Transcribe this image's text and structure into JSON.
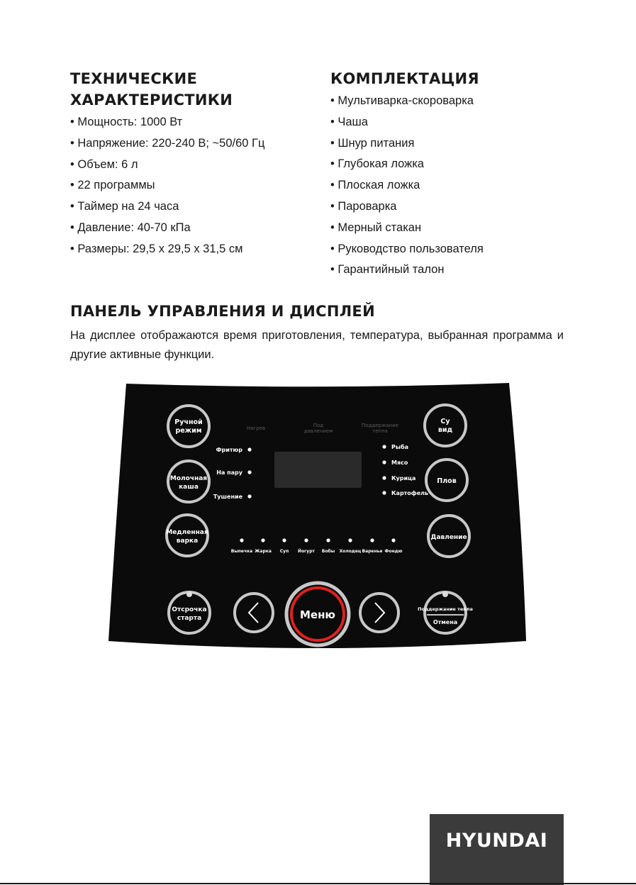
{
  "specs": {
    "title_line1": "ТЕХНИЧЕСКИЕ",
    "title_line2": "ХАРАКТЕРИСТИКИ",
    "items": [
      "Мощность: 1000 Вт",
      "Напряжение: 220-240 В; ~50/60 Гц",
      "Объем: 6 л",
      "22 программы",
      "Таймер на 24 часа",
      "Давление: 40-70 кПа",
      "Размеры: 29,5 х 29,5 х 31,5 см"
    ]
  },
  "package": {
    "title": "КОМПЛЕКТАЦИЯ",
    "items": [
      "Мультиварка-скороварка",
      "Чаша",
      "Шнур питания",
      "Глубокая ложка",
      "Плоская ложка",
      "Пароварка",
      "Мерный стакан",
      "Руководство пользователя",
      "Гарантийный талон"
    ]
  },
  "panel_section": {
    "title": "ПАНЕЛЬ УПРАВЛЕНИЯ И ДИСПЛЕЙ",
    "description": "На дисплее отображаются время приготовления, температура, выбранная программа и другие активные функции."
  },
  "control_panel": {
    "buttons": {
      "manual_l1": "Ручной",
      "manual_l2": "режим",
      "milk_l1": "Молочная",
      "milk_l2": "каша",
      "slow_l1": "Медленная",
      "slow_l2": "варка",
      "delay_l1": "Отсрочка",
      "delay_l2": "старта",
      "sousvide_l1": "Су",
      "sousvide_l2": "вид",
      "pilaf": "Плов",
      "pressure": "Давление",
      "menu": "Меню",
      "keepwarm": "Поддержание тепла",
      "cancel": "Отмена"
    },
    "indicators": {
      "heating": "Нагрев",
      "pressure_l1": "Под",
      "pressure_l2": "давлением",
      "keepwarm_l1": "Поддержание",
      "keepwarm_l2": "тепла"
    },
    "left_programs": [
      "Фритюр",
      "На пару",
      "Тушение"
    ],
    "right_programs": [
      "Рыба",
      "Мясо",
      "Курица",
      "Картофель"
    ],
    "bottom_programs": [
      "Выпечка",
      "Жарка",
      "Суп",
      "Йогурт",
      "Бобы",
      "Холодец",
      "Варенье",
      "Фондю"
    ],
    "colors": {
      "panel": "#0b0b0b",
      "ring": "#c8c8c8",
      "menu_ring": "#e0221b",
      "display": "#2a2a2a"
    }
  },
  "brand": {
    "logo": "HYUNDAI"
  }
}
